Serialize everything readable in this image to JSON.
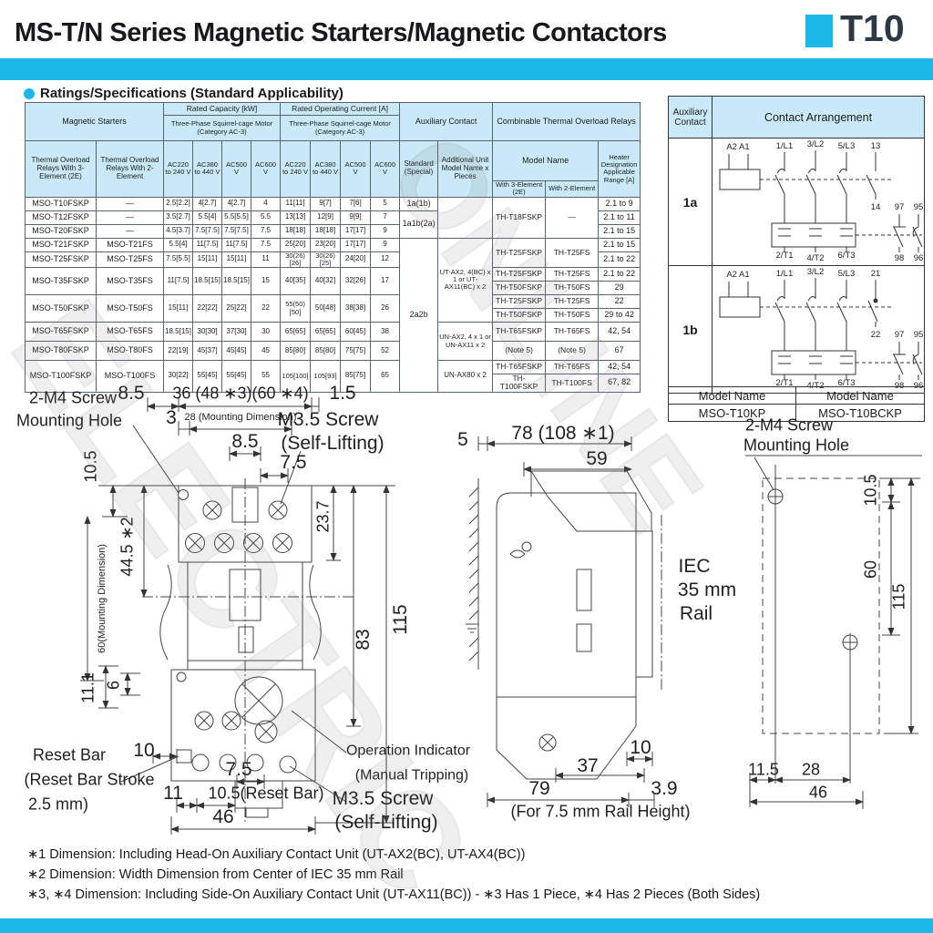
{
  "header": {
    "title": "MS-T/N Series Magnetic Starters/Magnetic Contactors",
    "tag": "T10",
    "section": "Ratings/Specifications (Standard Applicability)"
  },
  "colors": {
    "accent": "#1ab9e8",
    "table_fill": "#c9e9f8"
  },
  "watermark": {
    "line1": "ELECTRIC",
    "line2": "ONLINE"
  },
  "spec": {
    "h": {
      "magnetic_starters": "Magnetic Starters",
      "relays3": "Thermal Overload Relays With 3-Element (2E)",
      "relays2": "Thermal Overload Relays With 2-Element",
      "cap": "Rated Capacity [kW]",
      "cur": "Rated Operating Current [A]",
      "motor": "Three-Phase Squirrel-cage Motor (Category AC-3)",
      "v1": "AC220 to 240 V",
      "v2": "AC380 to 440 V",
      "v3": "AC500 V",
      "v4": "AC600 V",
      "aux": "Auxiliary Contact",
      "std": "Standard (Special)",
      "add": "Additional Unit Model Name x Pieces",
      "comb": "Combinable Thermal Overload Relays",
      "model": "Model Name",
      "w3": "With 3-Element (2E)",
      "w2": "With 2-Element",
      "heater": "Heater Designation Applicable Range [A]"
    },
    "body": [
      [
        "MSO-T10FSKP",
        "—",
        "2.5[2.2]",
        "4[2.7]",
        "4[2.7]",
        "4",
        "11[11]",
        "9[7]",
        "7[6]",
        "5",
        "1a(1b)",
        "",
        "TH-T18FSKP",
        "—",
        "2.1 to 9"
      ],
      [
        "MSO-T12FSKP",
        "—",
        "3.5[2.7]",
        "5.5[4]",
        "5.5[5.5]",
        "5.5",
        "13[13]",
        "12[9]",
        "9[9]",
        "7",
        "1a1b(2a)",
        "2.1 to 11"
      ],
      [
        "MSO-T20FSKP",
        "—",
        "4.5[3.7]",
        "7.5[7.5]",
        "7.5[7.5]",
        "7.5",
        "18[18]",
        "18[18]",
        "17[17]",
        "9",
        "2.1 to 15"
      ],
      [
        "MSO-T21FSKP",
        "MSO-T21FS",
        "5.5[4]",
        "11[7.5]",
        "11[7.5]",
        "7.5",
        "25[20]",
        "23[20]",
        "17[17]",
        "9",
        "2a2b",
        "UT-AX2, 4(BC) x 1 or UT-AX11(BC) x 2",
        "TH-T25FSKP",
        "TH-T25FS",
        "2.1 to 15"
      ],
      [
        "MSO-T25FSKP",
        "MSO-T25FS",
        "7.5[5.5]",
        "15[11]",
        "15[11]",
        "11",
        "30(26)[26]",
        "30(26)[25]",
        "24[20]",
        "12",
        "2.1 to 22"
      ],
      [
        "MSO-T35FSKP",
        "MSO-T35FS",
        "11[7.5]",
        "18.5[15]",
        "18.5[15]",
        "15",
        "40[35]",
        "40[32]",
        "32[26]",
        "17",
        "TH-T25FSKP",
        "TH-T25FS",
        "2.1 to 22"
      ],
      [
        "TH-T50FSKP",
        "TH-T50FS",
        "29"
      ],
      [
        "MSO-T50FSKP",
        "MSO-T50FS",
        "15[11]",
        "22[22]",
        "25[22]",
        "22",
        "55(50)[50]",
        "50[48]",
        "38[38]",
        "26",
        "TH-T25FSKP",
        "TH-T25FS",
        "22"
      ],
      [
        "TH-T50FSKP",
        "TH-T50FS",
        "29 to 42"
      ],
      [
        "MSO-T65FSKP",
        "MSO-T65FS",
        "18.5[15]",
        "30[30]",
        "37[30]",
        "30",
        "65[65]",
        "65[65]",
        "60[45]",
        "38",
        "UN-AX2, 4 x 1 or UN-AX11 x 2",
        "TH-T65FSKP",
        "TH-T65FS",
        "42, 54"
      ],
      [
        "MSO-T80FSKP",
        "MSO-T80FS",
        "22[19]",
        "45[37]",
        "45[45]",
        "45",
        "85[80]",
        "85[80]",
        "75[75]",
        "52",
        "(Note 5)",
        "(Note 5)",
        "67"
      ],
      [
        "MSO-T100FSKP",
        "MSO-T100FS",
        "30[22]",
        "55[45]",
        "55[45]",
        "55",
        "105[100]",
        "105[93]",
        "85[75]",
        "65",
        "UN-AX80 x 2",
        "TH-T65FSKP",
        "TH-T65FS",
        "42, 54"
      ],
      [
        "TH-T100FSKP",
        "TH-T100FS",
        "67, 82"
      ]
    ]
  },
  "contact": {
    "aux_header": "Auxiliary Contact",
    "arr_header": "Contact Arrangement",
    "row1": {
      "label": "1a",
      "coil": "A2 A1",
      "p1": "1/L1",
      "p2": "3/L2",
      "p3": "5/L3",
      "auxt": "13",
      "auxb": "14",
      "t1": "2/T1",
      "t2": "4/T2",
      "t3": "6/T3",
      "nc1t": "97",
      "nc1b": "98",
      "nc2t": "95",
      "nc2b": "96"
    },
    "row2": {
      "label": "1b",
      "coil": "A2 A1",
      "p1": "1/L1",
      "p2": "3/L2",
      "p3": "5/L3",
      "auxt": "21",
      "auxb": "22",
      "t1": "2/T1",
      "t2": "4/T2",
      "t3": "6/T3",
      "nc1t": "97",
      "nc1b": "98",
      "nc2t": "95",
      "nc2b": "96"
    },
    "model_table": {
      "h1": "Model Name",
      "h2": "Model Name",
      "v1": "MSO-T10KP",
      "v2": "MSO-T10BCKP"
    }
  },
  "front": {
    "screw_label1": "2-M4 Screw",
    "screw_label2": "Mounting Hole",
    "d85top": "8.5",
    "d36": "36 (48 ∗3)(60 ∗4)",
    "d15": "1.5",
    "d3": "3",
    "d28": "28 (Mounting Dimension)",
    "d85mid": "8.5",
    "m35t1": "M3.5 Screw",
    "m35t2": "(Self-Lifting)",
    "d75top": "7.5",
    "d105": "10.5",
    "d237": "23.7",
    "d445": "44.5 ∗2",
    "d60": "60(Mounting Dimension)",
    "d115": "115",
    "d83": "83",
    "d111": "11.1",
    "d6": "6",
    "reset1": "Reset Bar",
    "reset2": "(Reset Bar Stroke",
    "reset3": "2.5 mm)",
    "d10": "10",
    "d75bot": "7.5",
    "d11": "11",
    "d105r": "10.5(Reset Bar)",
    "d46": "46",
    "op1": "Operation Indicator",
    "op2": "(Manual Tripping)",
    "m35b1": "M3.5 Screw",
    "m35b2": "(Self-Lifting)"
  },
  "side": {
    "d5": "5",
    "d78": "78 (108 ∗1)",
    "d59": "59",
    "rail1": "IEC",
    "rail2": "35 mm",
    "rail3": "Rail",
    "d10": "10",
    "d37": "37",
    "d79": "79",
    "d39": "3.9",
    "note": "(For 7.5 mm Rail Height)"
  },
  "holes": {
    "t1": "2-M4 Screw",
    "t2": "Mounting Hole",
    "d105": "10.5",
    "d60": "60",
    "d115": "115",
    "d115b": "11.5",
    "d28": "28",
    "d46": "46"
  },
  "footnotes": {
    "f1": "∗1 Dimension: Including Head-On Auxiliary Contact Unit (UT-AX2(BC), UT-AX4(BC))",
    "f2": "∗2 Dimension: Width Dimension from Center of IEC 35 mm Rail",
    "f3": "∗3, ∗4 Dimension: Including Side-On Auxiliary Contact Unit (UT-AX11(BC)) - ∗3 Has 1 Piece, ∗4 Has 2 Pieces (Both Sides)"
  }
}
